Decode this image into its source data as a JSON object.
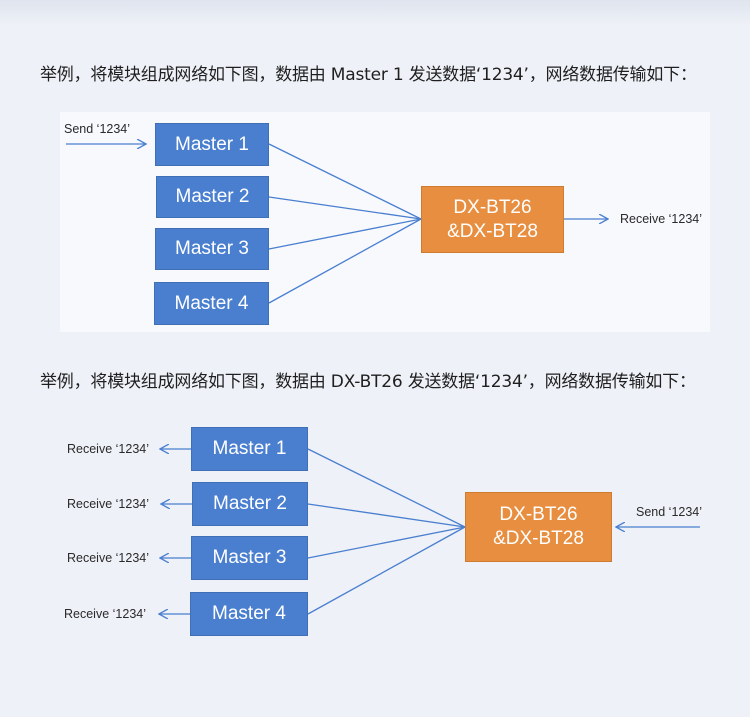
{
  "captions": [
    "举例，将模块组成网络如下图，数据由 Master 1 发送数据‘1234’，网络数据传输如下：",
    "举例，将模块组成网络如下图，数据由 DX-BT26 发送数据‘1234’，网络数据传输如下："
  ],
  "diagram1": {
    "send_label": "Send ‘1234’",
    "receive_label": "Receive ‘1234’",
    "masters": [
      "Master 1",
      "Master 2",
      "Master 3",
      "Master 4"
    ],
    "hub_line1": "DX-BT26",
    "hub_line2": "&DX-BT28"
  },
  "diagram2": {
    "send_label": "Send ‘1234’",
    "receive_labels": [
      "Receive ‘1234’",
      "Receive ‘1234’",
      "Receive ‘1234’",
      "Receive ‘1234’"
    ],
    "masters": [
      "Master 1",
      "Master 2",
      "Master 3",
      "Master 4"
    ],
    "hub_line1": "DX-BT26",
    "hub_line2": "&DX-BT28"
  },
  "colors": {
    "master_box": "#4a7fd0",
    "hub_box": "#e88e40",
    "line": "#4a7fd0",
    "background": "#eef1f7"
  }
}
